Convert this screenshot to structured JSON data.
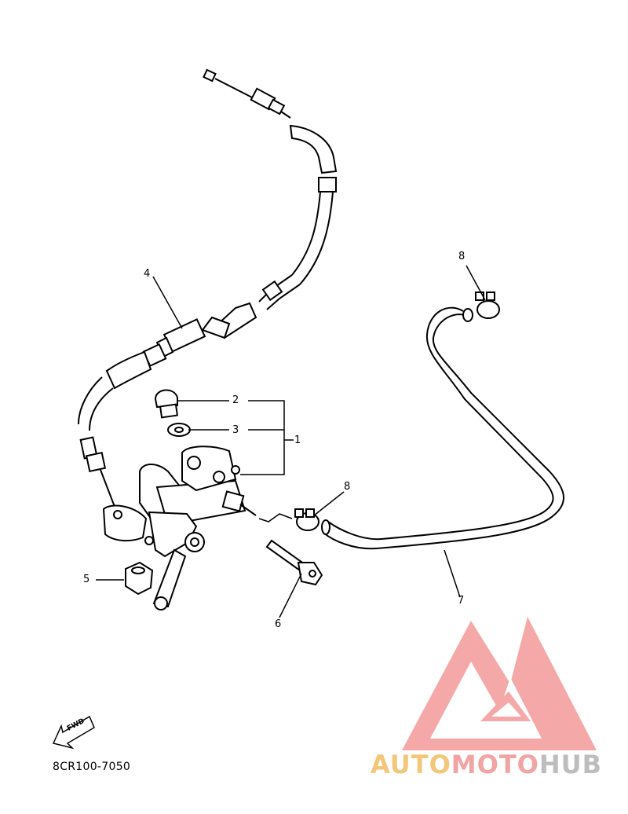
{
  "diagram": {
    "callouts": [
      {
        "label": "1"
      },
      {
        "label": "2"
      },
      {
        "label": "3"
      },
      {
        "label": "4"
      },
      {
        "label": "5"
      },
      {
        "label": "6"
      },
      {
        "label": "7"
      },
      {
        "label": "8"
      },
      {
        "label": "8"
      }
    ],
    "fwd_label": "FWD",
    "part_code": "8CR100-7050"
  },
  "watermark": {
    "part1": "AUTO",
    "part2": "MOTO",
    "part3": "HUB",
    "colors": {
      "auto": "#f4c67a",
      "moto": "#f2a3a3",
      "hub": "#bdbdbd",
      "logo": "#f28b8b"
    }
  }
}
